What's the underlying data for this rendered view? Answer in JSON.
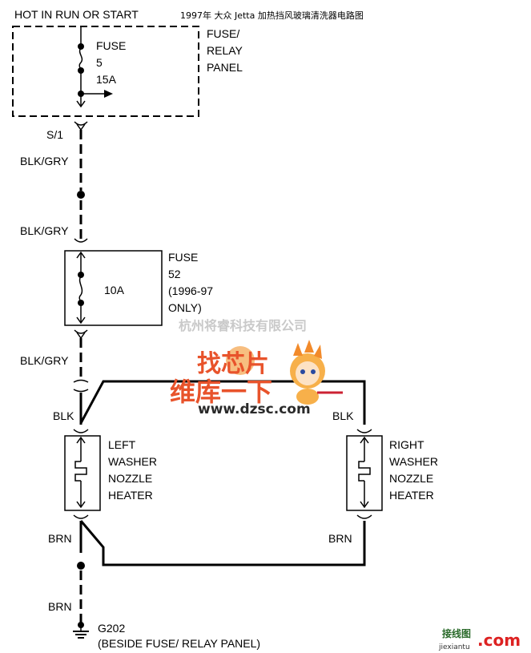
{
  "header": {
    "power_label": "HOT IN RUN OR START",
    "title": "1997年 大众 Jetta 加热挡风玻璃清洗器电路图"
  },
  "fuse_relay_panel": {
    "label_lines": [
      "FUSE/",
      "RELAY",
      "PANEL"
    ],
    "fuse_lines": [
      "FUSE",
      "5",
      "15A"
    ]
  },
  "connector_s1": "S/1",
  "wires": {
    "blk_gry_1": "BLK/GRY",
    "blk_gry_2": "BLK/GRY",
    "blk_gry_3": "BLK/GRY",
    "blk_left": "BLK",
    "blk_right": "BLK",
    "brn_left": "BRN",
    "brn_right": "BRN",
    "brn_bottom": "BRN"
  },
  "fuse52": {
    "rating": "10A",
    "label_lines": [
      "FUSE",
      "52",
      "(1996-97",
      "ONLY)"
    ]
  },
  "left_heater": {
    "label_lines": [
      "LEFT",
      "WASHER",
      "NOZZLE",
      "HEATER"
    ]
  },
  "right_heater": {
    "label_lines": [
      "RIGHT",
      "WASHER",
      "NOZZLE",
      "HEATER"
    ]
  },
  "ground": {
    "id": "G202",
    "location": "(BESIDE FUSE/ RELAY PANEL)"
  },
  "watermarks": {
    "company": "杭州将睿科技有限公司",
    "logo_top": "找芯片",
    "logo_middle": "维库一下",
    "logo_url": "www.dzsc.com",
    "corner_top": "接线图",
    "corner_bottom": "jiexiantu",
    "corner_com": ".com"
  },
  "colors": {
    "logo_orange": "#e8532b",
    "watermark_gray": "#c9c9c9",
    "corner_green": "#2a6a2a",
    "corner_red": "#dd2222"
  }
}
